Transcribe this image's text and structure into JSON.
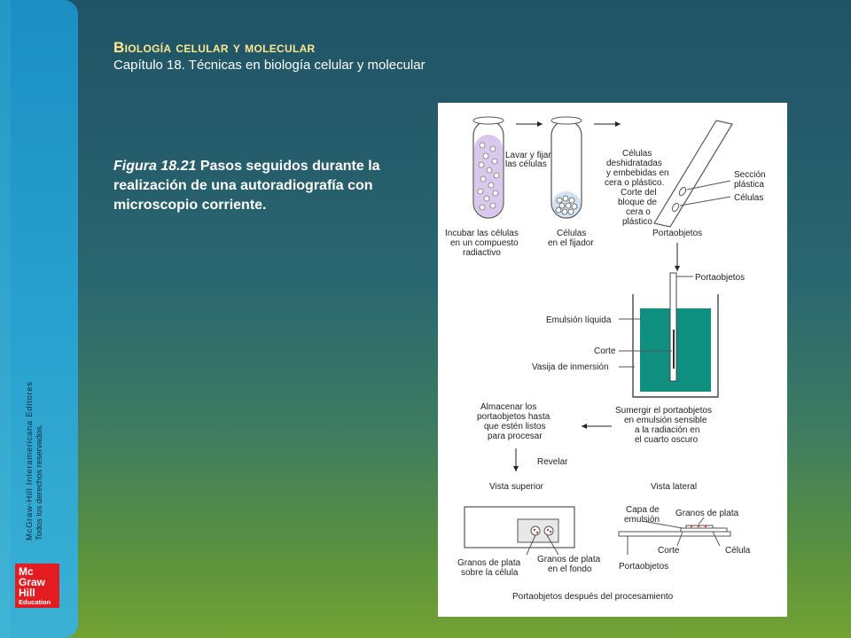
{
  "header": {
    "title": "Biología celular y molecular",
    "subtitle": "Capítulo 18. Técnicas en biología celular y molecular"
  },
  "caption": {
    "figure_ref": "Figura 18.21",
    "text": " Pasos seguidos durante la realización de una autoradiografía con microscopio corriente."
  },
  "sidebar": {
    "copyright_line1": "McGraw-Hill Interamericana Editores",
    "copyright_line2": "Todos los derechos reservados.",
    "logo_lines": [
      "Mc",
      "Graw",
      "Hill",
      "Education"
    ]
  },
  "figure": {
    "wash_label": [
      "Lavar y fijar",
      "las células"
    ],
    "incubate_label": [
      "Incubar las células",
      "en un compuesto",
      "radiactivo"
    ],
    "fixer_label": [
      "Células",
      "en el fijador"
    ],
    "dehydrated_label": [
      "Células",
      "deshidratadas",
      "y embebidas en",
      "cera o plástico.",
      "Corte del",
      "bloque de",
      "cera o",
      "plástico"
    ],
    "slide_label": "Portaobjetos",
    "section_label": [
      "Sección",
      "plástica"
    ],
    "cells_label": "Células",
    "slide_label_2": "Portaobjetos",
    "emulsion_label": "Emulsión líquida",
    "cut_label": "Corte",
    "vessel_label": "Vasija de inmersión",
    "store_label": [
      "Almacenar los",
      "portaobjetos hasta",
      "que estén listos",
      "para procesar"
    ],
    "immerse_label": [
      "Sumergir el portaobjetos",
      "en emulsión sensible",
      "a la radiación en",
      "el cuarto oscuro"
    ],
    "develop_label": "Revelar",
    "top_view_label": "Vista superior",
    "side_view_label": "Vista lateral",
    "emulsion_layer_label": [
      "Capa de",
      "emulsión"
    ],
    "silver_grains_label": "Granos de plata",
    "grains_cell_label": [
      "Granos de plata",
      "sobre la célula"
    ],
    "grains_bg_label": [
      "Granos de plata",
      "en el fondo"
    ],
    "cut_label_2": "Corte",
    "cell_label": "Célula",
    "slide_label_3": "Portaobjetos",
    "after_label": "Portaobjetos después del procesamiento",
    "colors": {
      "emulsion": "#0e8f7f",
      "tube_liquid": "#d9c7ec",
      "grain": "#d23a3a"
    }
  }
}
